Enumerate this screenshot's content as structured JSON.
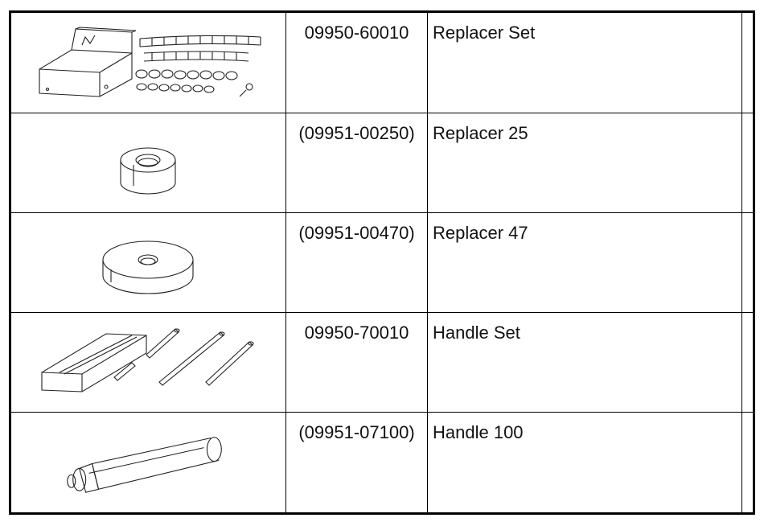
{
  "tools": [
    {
      "code": "09950-60010",
      "name": "Replacer Set",
      "icon": "replacer-set-icon"
    },
    {
      "code": "(09951-00250)",
      "name": "Replacer 25",
      "icon": "replacer-25-icon"
    },
    {
      "code": "(09951-00470)",
      "name": "Replacer 47",
      "icon": "replacer-47-icon"
    },
    {
      "code": "09950-70010",
      "name": "Handle Set",
      "icon": "handle-set-icon"
    },
    {
      "code": "(09951-07100)",
      "name": "Handle 100",
      "icon": "handle-100-icon"
    }
  ]
}
